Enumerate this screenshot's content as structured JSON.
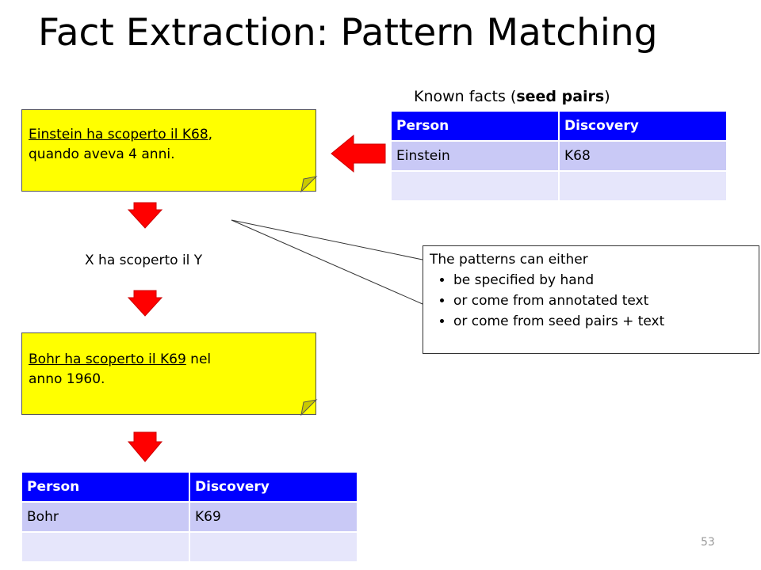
{
  "slide": {
    "title": "Fact Extraction: Pattern Matching",
    "page_number": "53"
  },
  "seed": {
    "caption_prefix": "Known facts (",
    "caption_bold": "seed pairs",
    "caption_suffix": ")",
    "table": {
      "headers": [
        "Person",
        "Discovery"
      ],
      "rows": [
        [
          "Einstein",
          "K68"
        ],
        [
          "",
          ""
        ]
      ]
    }
  },
  "note1": {
    "underlined": "Einstein ha scoperto il K68",
    "rest_line1": ",",
    "line2": "quando aveva 4 anni."
  },
  "pattern": {
    "text": "X ha scoperto il Y"
  },
  "note2": {
    "underlined": "Bohr ha scoperto il K69",
    "rest_line1": " nel",
    "line2": "anno 1960."
  },
  "result": {
    "table": {
      "headers": [
        "Person",
        "Discovery"
      ],
      "rows": [
        [
          "Bohr",
          "K69"
        ],
        [
          "",
          ""
        ]
      ]
    }
  },
  "callout": {
    "intro": "The patterns can either",
    "bullets": [
      "be specified by hand",
      "or come from annotated text",
      "or come from seed pairs + text"
    ]
  },
  "colors": {
    "note_fill": "#ffff00",
    "arrow_red": "#ff0000",
    "table_header": "#0000ff",
    "row_dark": "#c9c9f6",
    "row_light": "#e6e6fb"
  }
}
